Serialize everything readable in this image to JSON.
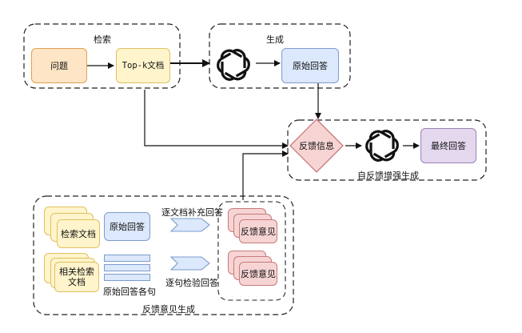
{
  "groups": {
    "retrieval": "检索",
    "generation": "生成",
    "self_feedback": "自反馈增强生成",
    "feedback_gen": "反馈意见生成"
  },
  "nodes": {
    "question": "问题",
    "topk_docs": "Top-k文档",
    "raw_answer": "原始回答",
    "feedback_info": "反馈信息",
    "final_answer": "最终回答",
    "retrieved_docs": "检索文档",
    "raw_answer_small": "原始回答",
    "relevant_docs": "相关检索\n文档",
    "raw_answer_sentences": "原始回答各句",
    "feedback_a": "反馈意见",
    "feedback_b": "反馈意见"
  },
  "edges": {
    "doc_supplement": "逐文档补充回答",
    "sentence_check": "逐句检验回答"
  },
  "icons": {
    "llm": "openai-logo-icon"
  },
  "colors": {
    "orange_fill": "#fde5c5",
    "yellow_fill": "#fff4cc",
    "blue_fill": "#dce8fb",
    "purple_fill": "#e4d8ef",
    "red_fill": "#f7d4d4"
  }
}
